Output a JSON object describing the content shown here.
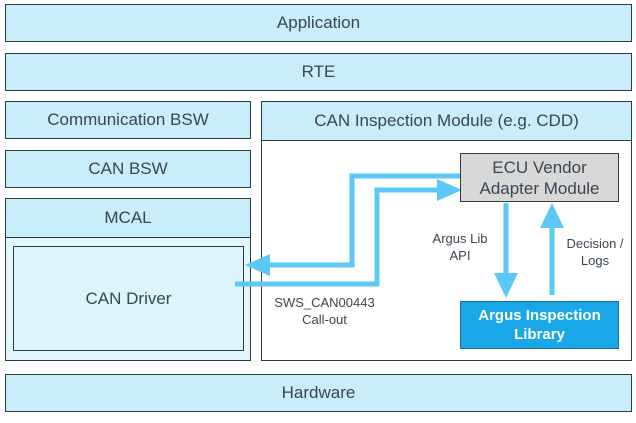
{
  "layers": {
    "application": "Application",
    "rte": "RTE",
    "communication_bsw": "Communication BSW",
    "can_bsw": "CAN BSW",
    "mcal": "MCAL",
    "can_driver": "CAN Driver",
    "hardware": "Hardware"
  },
  "inspection_module": {
    "title": "CAN Inspection Module (e.g. CDD)",
    "ecu_adapter": "ECU Vendor\nAdapter Module",
    "argus_library": "Argus Inspection\nLibrary"
  },
  "labels": {
    "argus_lib_api": "Argus Lib\nAPI",
    "decision_logs": "Decision /\nLogs",
    "callout": "SWS_CAN00443\nCall-out"
  },
  "colors": {
    "layer_fill": "#c8eefb",
    "arrow": "#5bc8f5",
    "ecu_fill": "#d8d8d8",
    "argus_fill": "#1aa7e8"
  }
}
